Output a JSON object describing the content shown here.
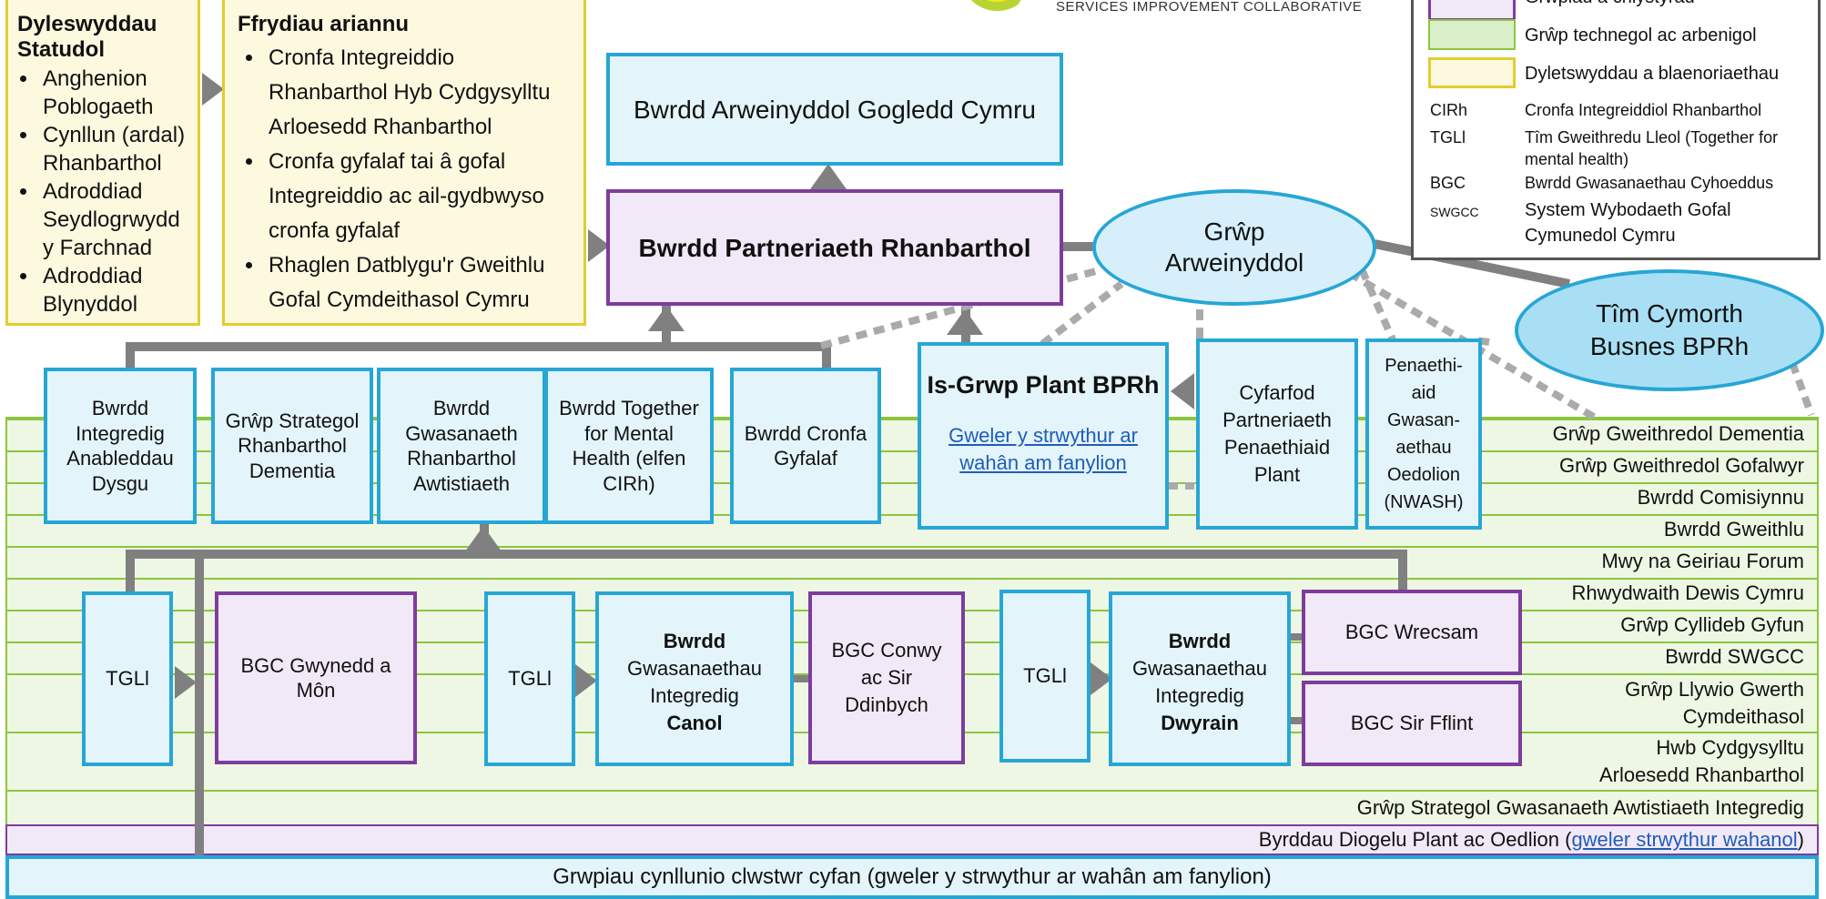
{
  "logo": {
    "tagline": "SERVICES IMPROVEMENT COLLABORATIVE"
  },
  "legend": {
    "items": [
      {
        "label": "Grŵpiau a chlystyrau"
      },
      {
        "label": "Grŵp technegol ac arbenigol",
        "color": "#d9efc9"
      },
      {
        "label": "Dyletswyddau a blaenoriaethau",
        "color": "#fdf9df"
      }
    ],
    "abbreviations": [
      {
        "abbr": "CIRh",
        "meaning": "Cronfa Integreiddiol Rhanbarthol"
      },
      {
        "abbr": "TGLl",
        "meaning": "Tîm Gweithredu Lleol (Together for mental health)"
      },
      {
        "abbr": "BGC",
        "meaning": "Bwrdd Gwasanaethau Cyhoeddus"
      },
      {
        "abbr": "SWGCC",
        "meaning": "System Wybodaeth Gofal Cymunedol Cymru"
      }
    ]
  },
  "statutory": {
    "title": "Dyleswyddau Statudol",
    "items": [
      "Anghenion Poblogaeth",
      "Cynllun (ardal) Rhanbarthol",
      "Adroddiad Seydlogrwydd y Farchnad",
      "Adroddiad Blynyddol"
    ]
  },
  "funding": {
    "title": "Ffrydiau ariannu",
    "items": [
      "Cronfa Integreiddio Rhanbarthol Hyb Cydgysylltu Arloesedd Rhanbarthol",
      "Cronfa gyfalaf tai â gofal Integreiddio ac ail-gydbwyso cronfa gyfalaf",
      "Rhaglen Datblygu'r Gweithlu Gofal Cymdeithasol Cymru"
    ]
  },
  "boards": {
    "leadership": "Bwrdd Arweinyddol Gogledd Cymru",
    "partnership": "Bwrdd Partneriaeth Rhanbarthol",
    "leadership_group": "Grŵp Arweinyddol",
    "support_team": "Tîm Cymorth Busnes BPRh"
  },
  "sub_boards": [
    "Bwrdd Integredig Anableddau Dysgu",
    "Grŵp Strategol Rhanbarthol Dementia",
    "Bwrdd Gwasanaeth Rhanbarthol Awtistiaeth",
    "Bwrdd Together for Mental Health (elfen CIRh)",
    "Bwrdd Cronfa Gyfalaf"
  ],
  "children": {
    "title": "Is-Grwp Plant BPRh",
    "link": "Gweler y strwythur ar wahân am fanylion"
  },
  "children_heads": "Cyfarfod Partneriaeth Penaethiaid Plant",
  "adult_heads": "Penaethi-aid Gwasan-aethau Oedolion (NWASH)",
  "technical_groups": [
    "Grŵp Gweithredol Dementia",
    "Grŵp Gweithredol Gofalwyr",
    "Bwrdd Comisiynnu",
    "Bwrdd Gweithlu",
    "Mwy na Geiriau Forum",
    "Rhwydwaith Dewis Cymru",
    "Grŵp Cyllideb Gyfun",
    "Bwrdd SWGCC",
    "Grŵp Llywio Gwerth Cymdeithasol",
    "Hwb Cydgysylltu Arloesedd Rhanbarthol",
    "Grŵp Strategol Gwasanaeth Awtistiaeth Integredig"
  ],
  "safeguarding": {
    "text": "Byrddau Diogelu Plant ac Oedlion (",
    "link": "gweler strwythur wahanol",
    "end": ")"
  },
  "cluster": "Grwpiau cynllunio clwstwr cyfan (gweler y strwythur ar wahân am fanylion)",
  "local": {
    "west": {
      "tgll": "TGLl",
      "bgc": "BGC Gwynedd a Môn"
    },
    "central": {
      "tgll": "TGLl",
      "board_top": "Bwrdd",
      "board_mid": "Gwasanaethau Integredig",
      "board_bottom": "Canol",
      "bgc": "BGC Conwy ac Sir Ddinbych"
    },
    "east": {
      "tgll": "TGLl",
      "board_top": "Bwrdd",
      "board_mid": "Gwasanaethau Integredig",
      "board_bottom": "Dwyrain",
      "bgc1": "BGC Wrecsam",
      "bgc2": "BGC Sir Fflint"
    }
  }
}
